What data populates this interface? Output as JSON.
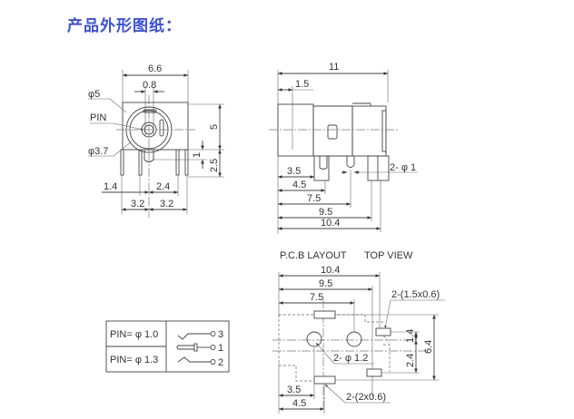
{
  "header": {
    "title": "产品外形图纸："
  },
  "front_view": {
    "dims": {
      "width": "6.6",
      "slot": "0.8",
      "outer_dia": "φ5",
      "pin": "PIN",
      "inner_dia": "φ3.7",
      "height": "5",
      "pin_height": "1",
      "pin_len": "2.5",
      "left_offset": "1.4",
      "right_offset": "2.4",
      "half_left": "3.2",
      "half_right": "3.2"
    }
  },
  "side_view": {
    "dims": {
      "length": "11",
      "front": "1.5",
      "d1": "3.5",
      "d2": "4.5",
      "d3": "7.5",
      "d4": "9.5",
      "d5": "10.4",
      "pins": "2- φ 1"
    }
  },
  "pcb_layout": {
    "title": "P.C.B LAYOUT",
    "subtitle": "TOP VIEW",
    "dims": {
      "d1": "10.4",
      "d2": "9.5",
      "d3": "7.5",
      "pad_small": "2-(1.5x0.6)",
      "holes": "2- φ 1.2",
      "pad_large": "2-(2x0.6)",
      "left1": "3.5",
      "left2": "4.5",
      "v1": "1.4",
      "v2": "2.4",
      "v3": "6.4"
    }
  },
  "pin_table": {
    "rows": [
      {
        "label": "PIN= φ 1.0"
      },
      {
        "label": "PIN= φ 1.3"
      }
    ],
    "terminals": [
      "3",
      "1",
      "2"
    ]
  }
}
